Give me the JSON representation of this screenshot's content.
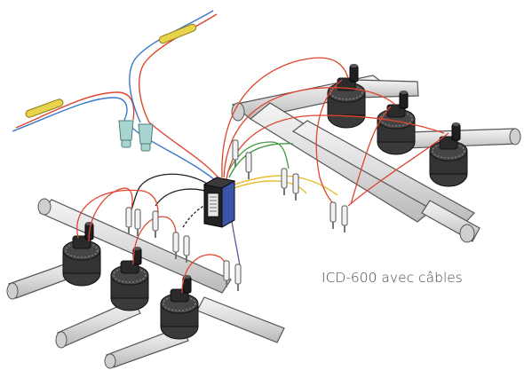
{
  "caption": "ICD-600 avec câbles",
  "colors": {
    "pipe_fill": "#e2e2e2",
    "pipe_stroke": "#555555",
    "valve_body": "#2e2e2e",
    "valve_band": "#1c1c1c",
    "splice_tube": "#e8d44a",
    "connector": "#a9d4cf",
    "decoder_body": "#222222",
    "wire_red": "#e0452f",
    "wire_blue": "#3a78c9",
    "wire_green": "#3e9b3e",
    "wire_yellow": "#e8b820",
    "wire_black": "#222222",
    "wire_purple": "#6a4fa8"
  },
  "icons": {
    "decoder": "icd-600-decoder",
    "valve": "solenoid-valve",
    "splice": "wire-splice-tube",
    "connector": "waterproof-connector",
    "terminal": "wire-terminal-probe"
  }
}
